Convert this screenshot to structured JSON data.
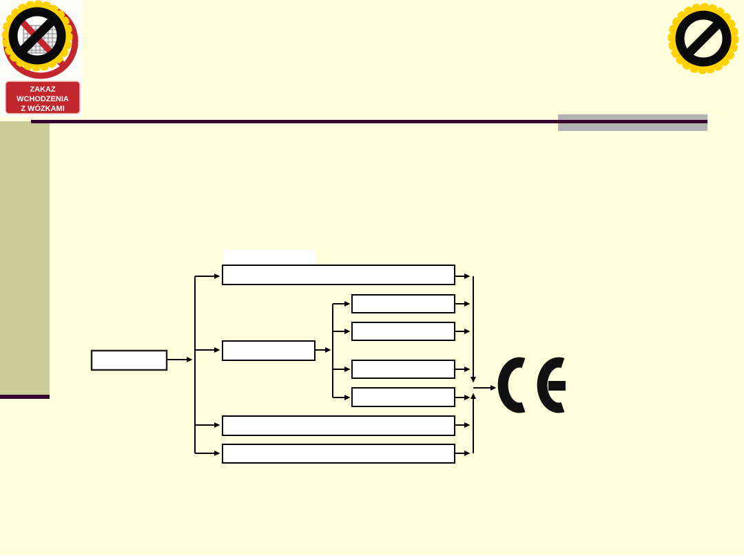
{
  "slide": {
    "background_color": "#FFFFDE",
    "sidebar_color": "#CCCC99",
    "accent_rule_color": "#38052F",
    "gray_bar_color": "#B3B3B3"
  },
  "top_left_sign": {
    "kind": "prohibition-sign-photo",
    "label_lines": [
      "ZAKAZ",
      "WCHODZENIA",
      "Z WÓZKAMI"
    ],
    "plate_color": "#C1272D",
    "ring_color": "#C1272D",
    "gear_color": "#FFD200",
    "symbol_color": "#0A0A0A",
    "photo_background": "#FCFCF8"
  },
  "top_right_sign": {
    "kind": "prohibition-gear",
    "gear_color": "#FFD200",
    "symbol_color": "#0A0A0A"
  },
  "diagram": {
    "type": "flowchart",
    "box_fill": "#FFFFFF",
    "box_border_color": "#000000",
    "connector_color": "#000000",
    "ce_mark_text": "CE",
    "ce_mark_color": "#111111",
    "boxes": [
      {
        "id": "source-box",
        "label": ""
      },
      {
        "id": "plain-white-box",
        "label": ""
      },
      {
        "id": "top-branch-box",
        "label": ""
      },
      {
        "id": "mid-branch-box",
        "label": ""
      },
      {
        "id": "sub-box-1",
        "label": ""
      },
      {
        "id": "sub-box-2",
        "label": ""
      },
      {
        "id": "sub-box-3",
        "label": ""
      },
      {
        "id": "sub-box-4",
        "label": ""
      },
      {
        "id": "lower-branch-box-1",
        "label": ""
      },
      {
        "id": "lower-branch-box-2",
        "label": ""
      }
    ]
  }
}
